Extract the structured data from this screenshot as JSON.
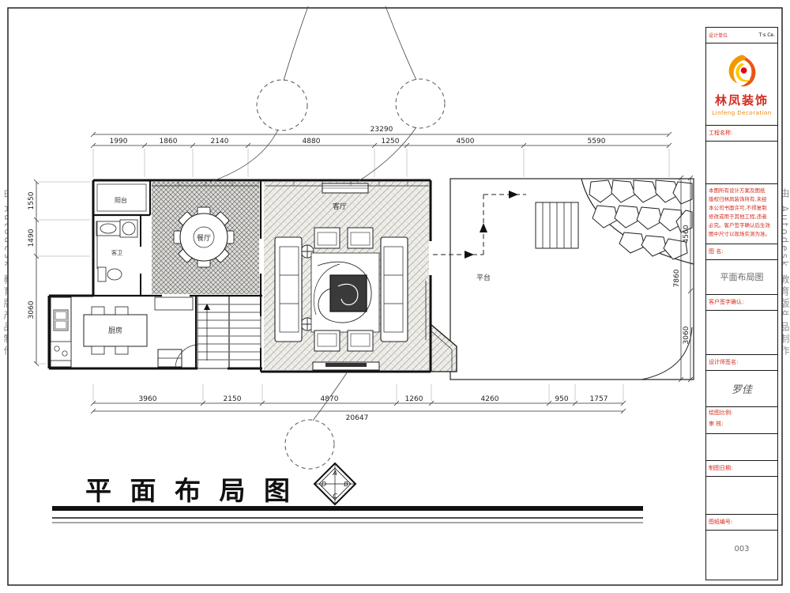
{
  "watermark_text": "由 Autodesk 教育版产品制作",
  "drawing": {
    "title": "平 面 布 局 图",
    "compass": [
      "A",
      "B",
      "C",
      "D"
    ],
    "rooms": {
      "balcony": "阳台",
      "dining": "餐厅",
      "bath": "客卫",
      "kitchen": "厨房",
      "living": "客厅",
      "terrace": "平台"
    },
    "dims": {
      "top_total": "23290",
      "top": [
        "1990",
        "1860",
        "2140",
        "4880",
        "1250",
        "4500",
        "5590"
      ],
      "bottom": [
        "3960",
        "2150",
        "4870",
        "1260",
        "4260",
        "950",
        "1757"
      ],
      "bottom_total": "20647",
      "left": [
        "1550",
        "1490",
        "3060"
      ],
      "right": [
        "4560",
        "3060"
      ],
      "right_inner": "7860"
    }
  },
  "titleblock": {
    "header_left": "设计单位",
    "header_right": "T·s Ce.",
    "brand_cn": "林凤装饰",
    "brand_en": "Linfeng Decoration",
    "project_label": "工程名称:",
    "notes": [
      "本图所有设计方案及图纸",
      "版权归林凤装饰所有,未经",
      "本公司书面许可,不得复制",
      "修改或用于其他工程,违者",
      "必究。客户签字确认后生效",
      "图中尺寸以现场实测为准。"
    ],
    "name_label": "图 名:",
    "name_value": "平面布局图",
    "client_label": "客户签字确认:",
    "designer_label": "设计师签名:",
    "designer_value": "罗佳",
    "scale_label": "绘图比例:",
    "audit_label": "审 核:",
    "date_label": "制图日期:",
    "sheet_label": "图纸编号:",
    "sheet_value": "003",
    "accent_red": "#d42b1e",
    "brand_orange": "#f08300"
  }
}
